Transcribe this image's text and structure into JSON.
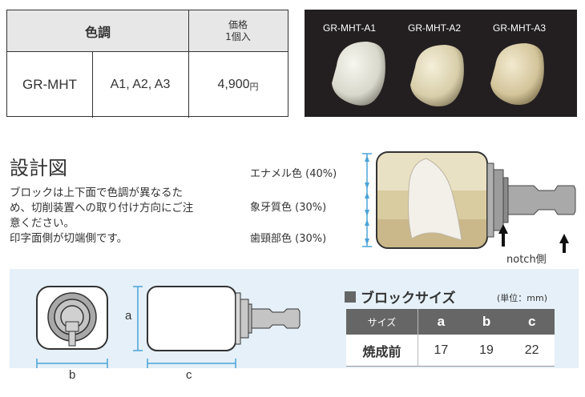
{
  "price_table": {
    "header_shade": "色調",
    "header_price_line1": "価格",
    "header_price_line2": "1個入",
    "row_code": "GR-MHT",
    "row_shades": "A1, A2, A3",
    "row_price": "4,900",
    "row_price_unit": "円"
  },
  "photo": {
    "labels": [
      "GR-MHT-A1",
      "GR-MHT-A2",
      "GR-MHT-A3"
    ]
  },
  "design": {
    "title": "設計図",
    "description_line1": "ブロックは上下面で色調が異なるた",
    "description_line2": "め、切削装置への取り付け方向にご注",
    "description_line3": "意ください。",
    "description_line4": "印字面側が切端側です。",
    "layer_enamel": "エナメル色 (40%)",
    "layer_dentin": "象牙質色 (30%)",
    "layer_cervical": "歯頸部色 (30%)",
    "notch_label": "notch側"
  },
  "dimensions": {
    "label_a": "a",
    "label_b": "b",
    "label_c": "c"
  },
  "block_size": {
    "title": "ブロックサイズ",
    "unit": "(単位：mm)",
    "header": [
      "サイズ",
      "a",
      "b",
      "c"
    ],
    "row_label": "焼成前",
    "values": [
      "17",
      "19",
      "22"
    ]
  },
  "colors": {
    "line_blue": "#4aa3d8",
    "panel_bg": "#e5f0f8",
    "dark_grey": "#666666",
    "enamel": "#e9e1c3",
    "dentin": "#d8cca0",
    "cervical": "#cab88a"
  }
}
